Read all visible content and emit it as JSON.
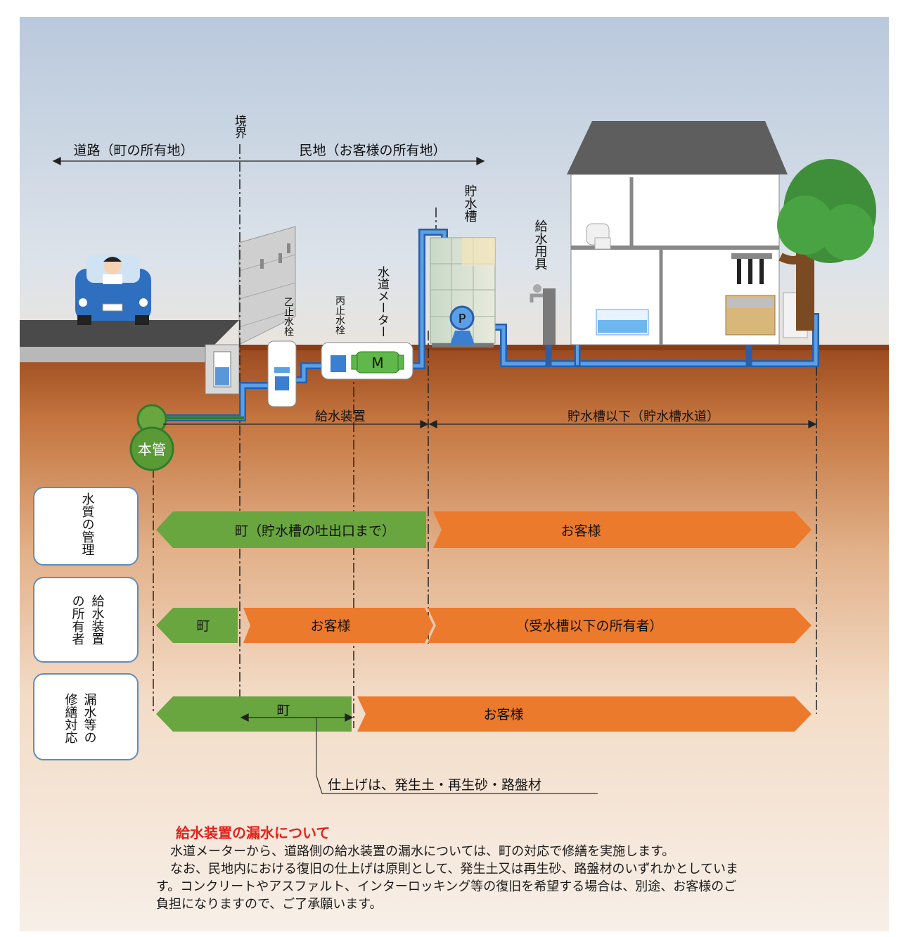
{
  "labels": {
    "boundary": "境界",
    "road": "道路（町の所有地）",
    "private_land": "民地（お客様の所有地）",
    "storage_tank": "貯水槽",
    "supply_fixture": "給水用具",
    "valve_b": "乙止水栓",
    "valve_c": "丙止水栓",
    "water_meter": "水道メーター",
    "meter_symbol": "M",
    "pump_symbol": "P",
    "main_pipe": "本管",
    "supply_device": "給水装置",
    "below_tank": "貯水槽以下（貯水槽水道）",
    "finish_note": "仕上げは、発生土・再生砂・路盤材"
  },
  "rows": [
    {
      "header": "水質の管理",
      "segments": [
        "町（貯水槽の吐出口まで）",
        "お客様"
      ]
    },
    {
      "header": "給水装置の所有者",
      "segments": [
        "町",
        "お客様",
        "（受水槽以下の所有者）"
      ]
    },
    {
      "header": "漏水等の修繕対応",
      "segments": [
        "町",
        "お客様"
      ],
      "inner_label": "町"
    }
  ],
  "notice": {
    "title": "給水装置の漏水について",
    "paragraph1": "水道メーターから、道路側の給水装置の漏水については、町の対応で修繕を実施します。",
    "paragraph2_line1": "なお、民地内における復旧の仕上げは原則として、発生土又は再生砂、路盤材のいずれかとしていま",
    "paragraph2_line2": "す。コンクリートやアスファルト、インターロッキング等の復旧を希望する場合は、別途、お客様のご",
    "paragraph2_line3": "負担になりますので、ご了承願います。"
  },
  "colors": {
    "green": "#6aa63f",
    "orange": "#ec7a2c",
    "pipe": "#3b7fd0",
    "soil": "#b05a2a",
    "sky": "#cdd8e6"
  }
}
